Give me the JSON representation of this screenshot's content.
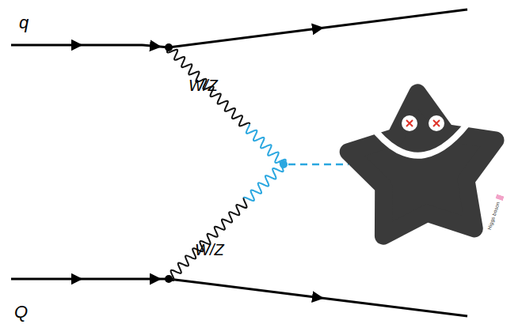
{
  "diagram": {
    "labels": [
      "q",
      "W/Z",
      "W/Z",
      "Q",
      "Higgs boson"
    ]
  }
}
